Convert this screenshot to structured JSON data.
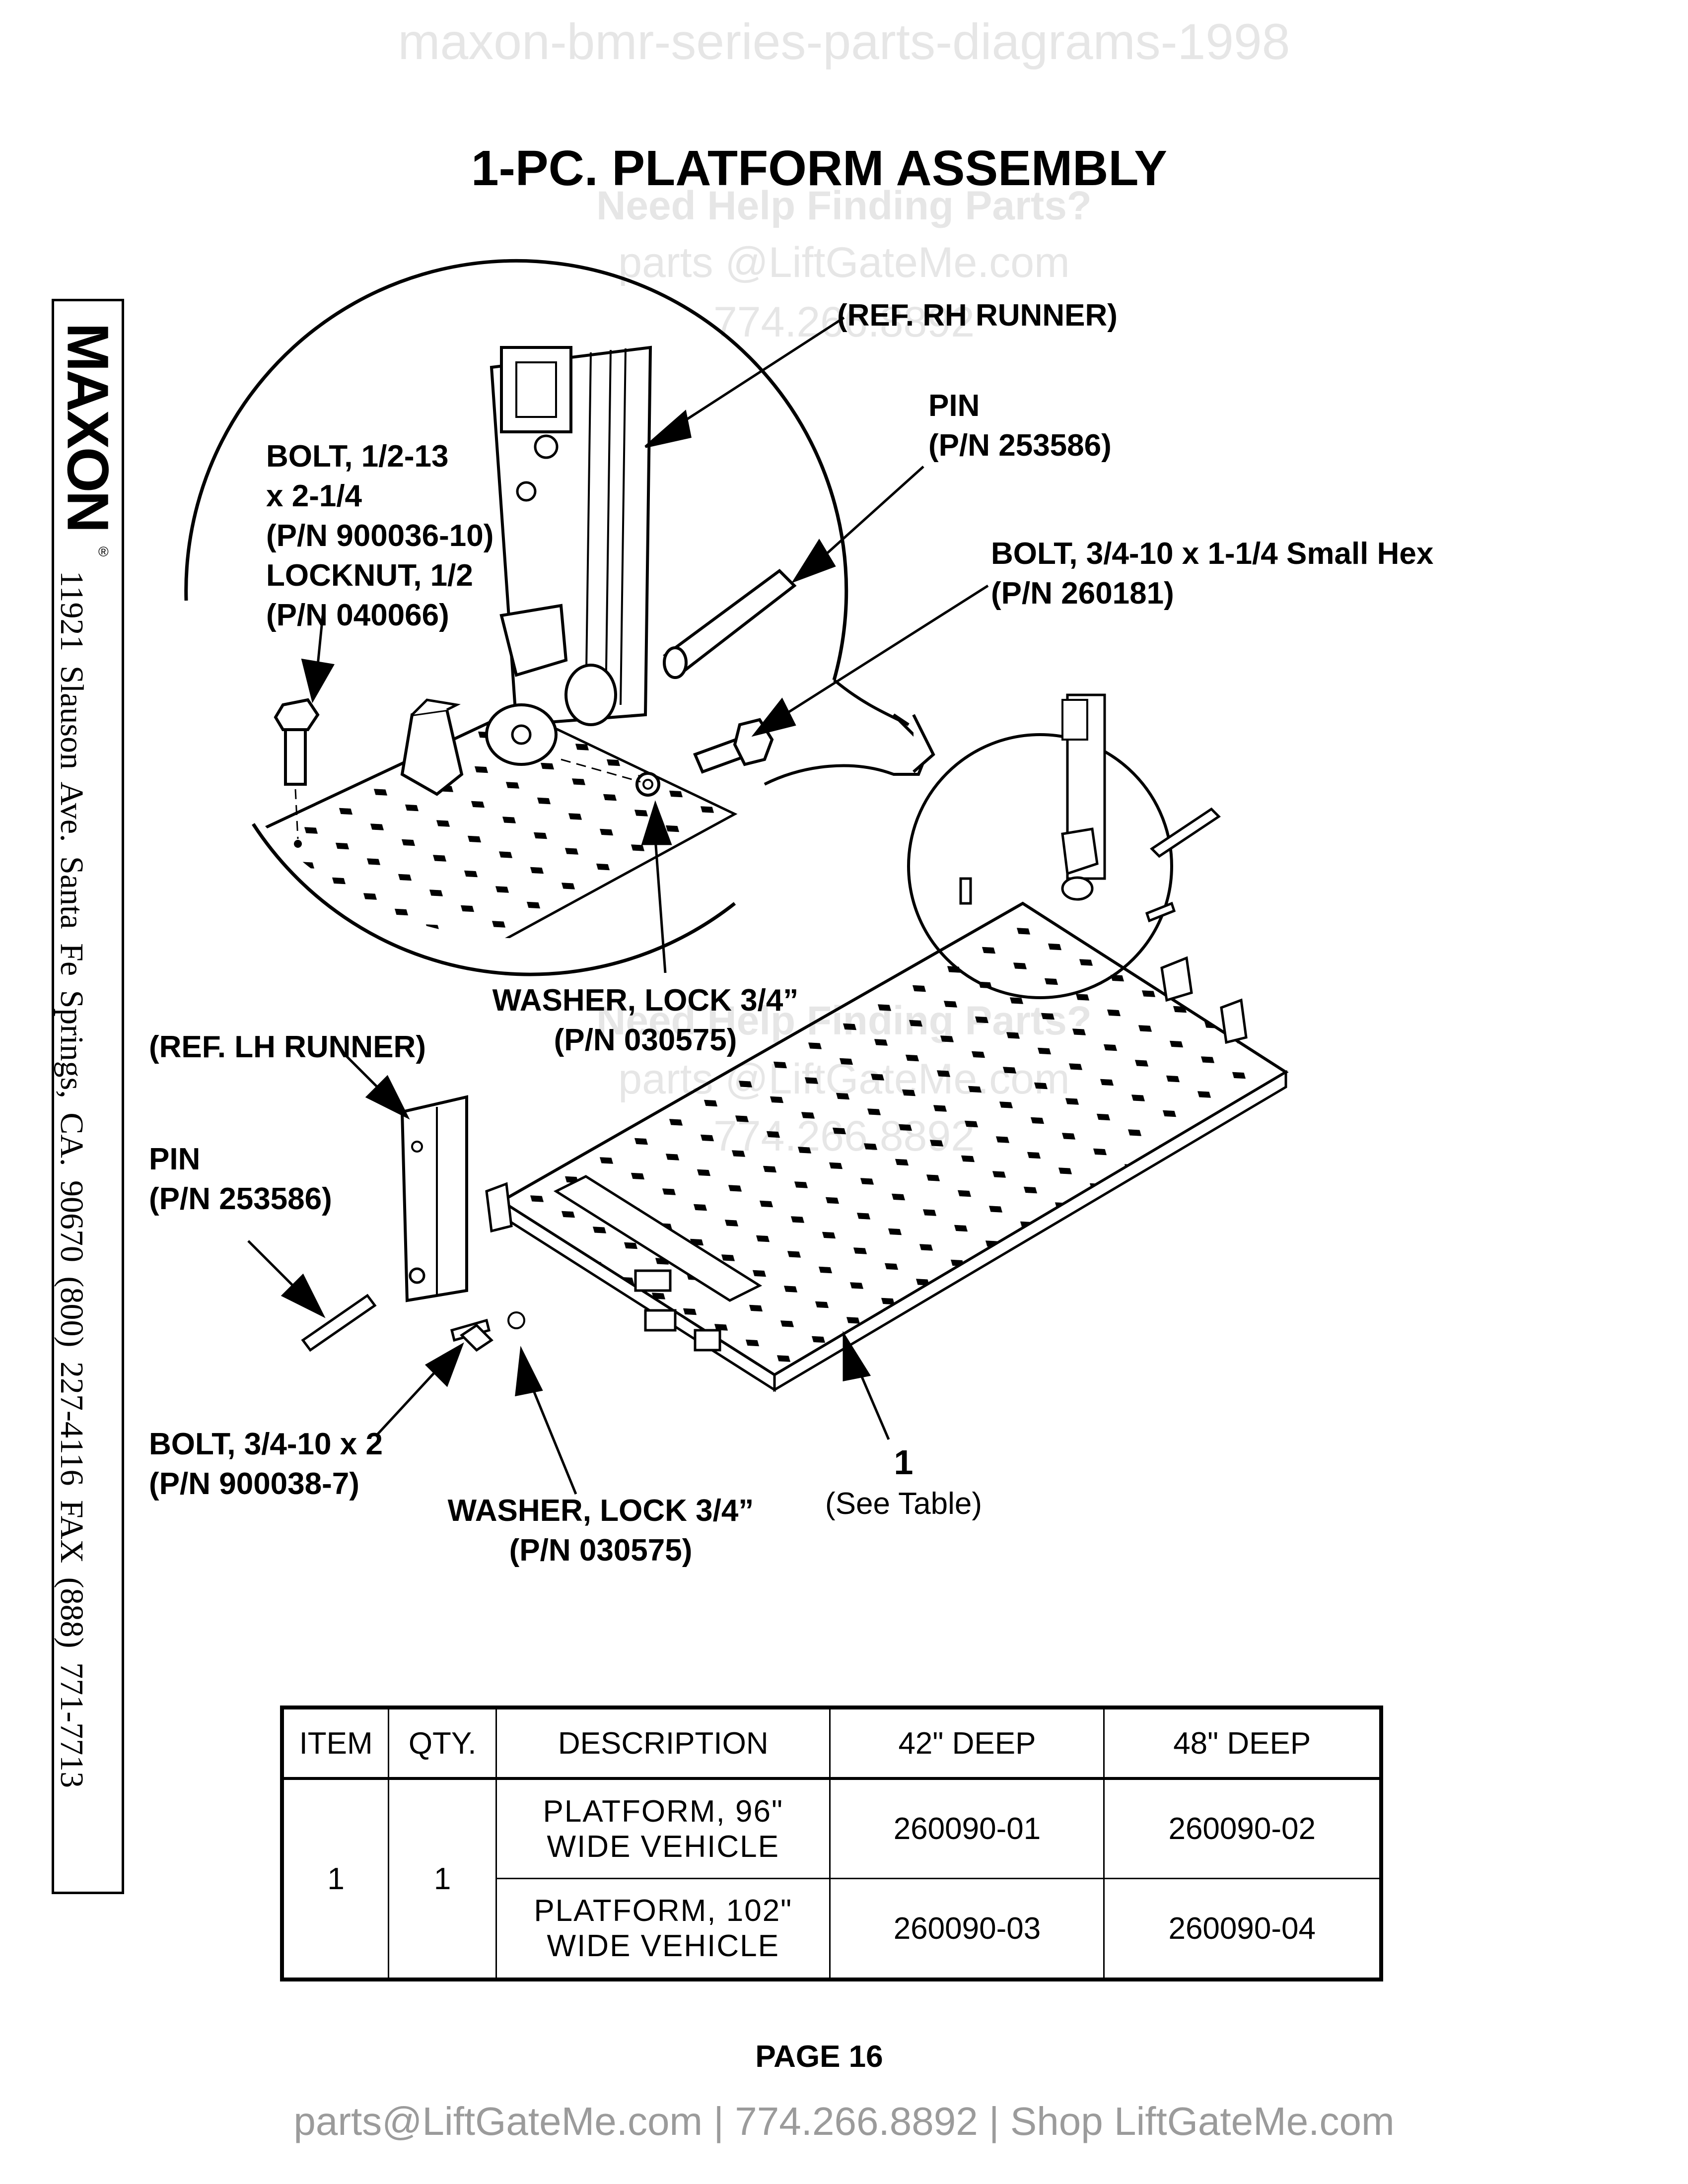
{
  "watermarks": {
    "top": "maxon-bmr-series-parts-diagrams-1998",
    "help": "Need Help Finding Parts?",
    "email": "parts @LiftGateMe.com",
    "phone": "774.266.8892"
  },
  "title": "1-PC. PLATFORM ASSEMBLY",
  "sidebar": {
    "brand": "MAXON",
    "registered": "®",
    "address": "11921 Slauson Ave.  Santa Fe Springs, CA.  90670  (800) 227-4116  FAX (888) 771-7713"
  },
  "callouts": {
    "ref_rh_runner": "(REF. RH RUNNER)",
    "pin_top": {
      "line1": "PIN",
      "line2": "(P/N 253586)"
    },
    "bolt_half": {
      "line1": "BOLT, 1/2-13",
      "line2": "x 2-1/4",
      "line3": "(P/N 900036-10)",
      "line4": "LOCKNUT, 1/2",
      "line5": "(P/N 040066)"
    },
    "bolt_small_hex": {
      "line1": "BOLT, 3/4-10 x 1-1/4 Small Hex",
      "line2": "(P/N 260181)"
    },
    "washer_top": {
      "line1": "WASHER, LOCK 3/4”",
      "line2": "(P/N 030575)"
    },
    "ref_lh_runner": "(REF. LH RUNNER)",
    "pin_left": {
      "line1": "PIN",
      "line2": "(P/N 253586)"
    },
    "bolt_2": {
      "line1": "BOLT, 3/4-10 x 2",
      "line2": "(P/N 900038-7)"
    },
    "washer_bottom": {
      "line1": "WASHER, LOCK 3/4”",
      "line2": "(P/N 030575)"
    },
    "item_1": {
      "number": "1",
      "note": "(See Table)"
    }
  },
  "table": {
    "headers": [
      "ITEM",
      "QTY.",
      "DESCRIPTION",
      "42\" DEEP",
      "48\" DEEP"
    ],
    "item": "1",
    "qty": "1",
    "rows": [
      {
        "desc1": "PLATFORM, 96\"",
        "desc2": "WIDE VEHICLE",
        "d42": "260090-01",
        "d48": "260090-02"
      },
      {
        "desc1": "PLATFORM, 102\"",
        "desc2": "WIDE VEHICLE",
        "d42": "260090-03",
        "d48": "260090-04"
      }
    ]
  },
  "page": "PAGE 16",
  "footer": "parts@LiftGateMe.com | 774.266.8892 | Shop LiftGateMe.com"
}
